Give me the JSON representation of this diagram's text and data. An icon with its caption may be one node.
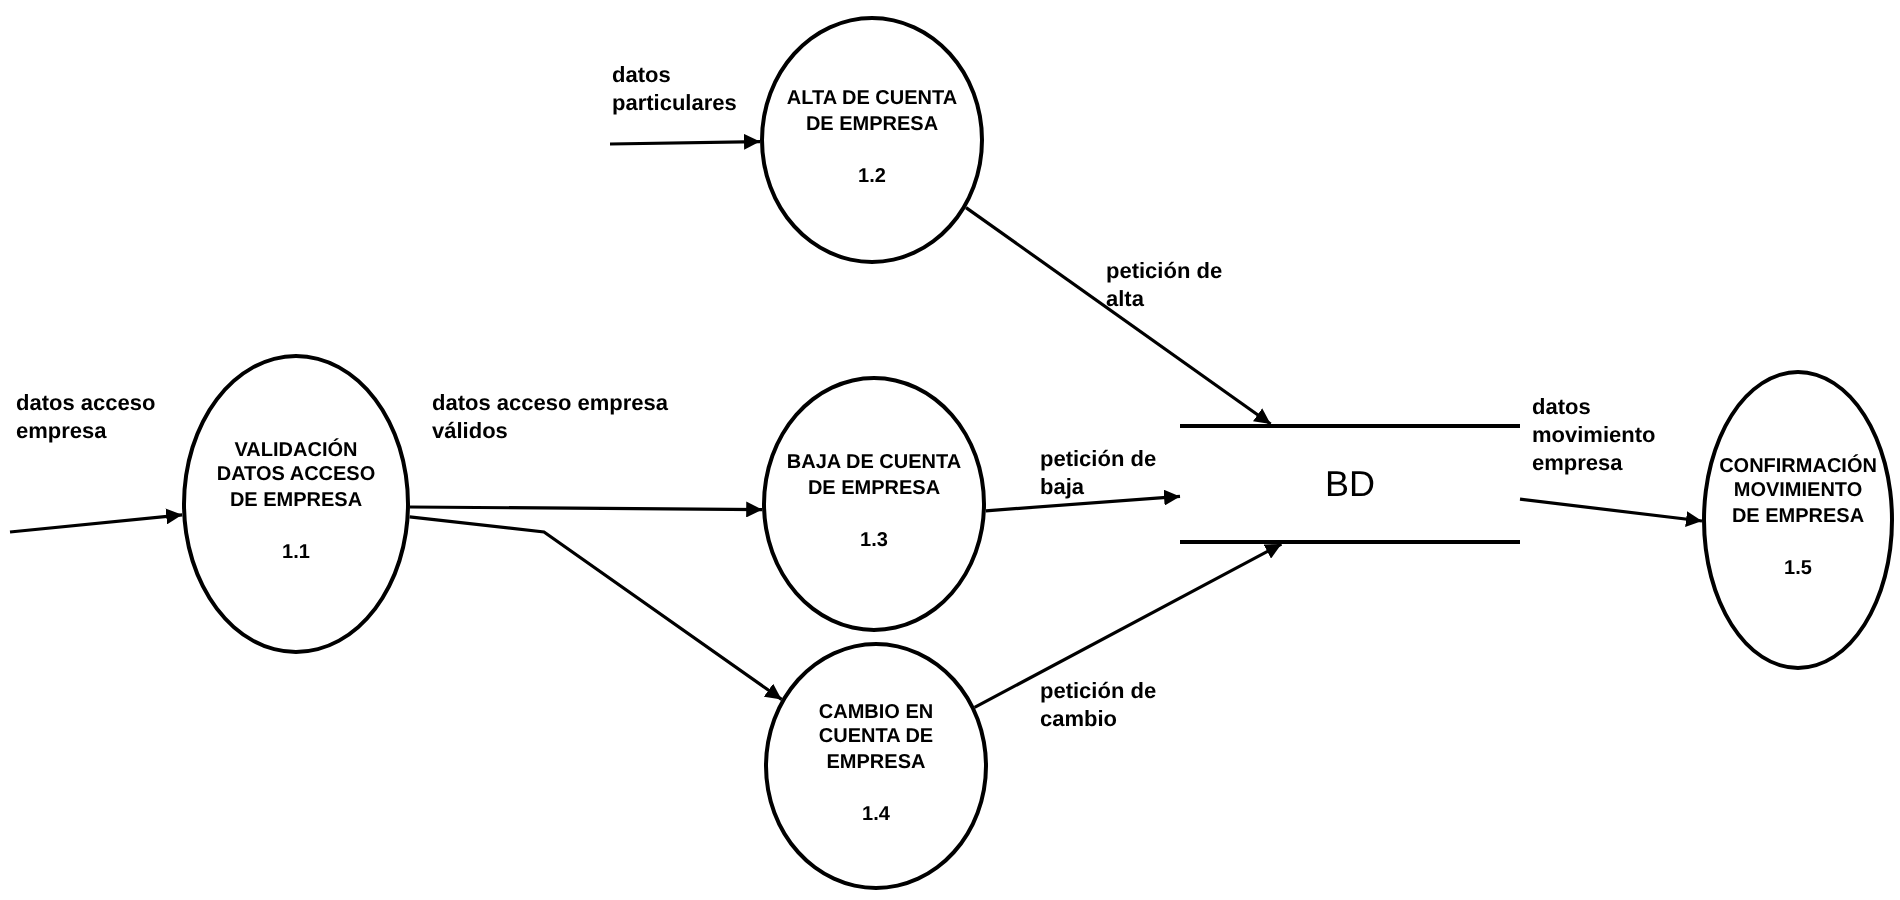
{
  "diagram": {
    "nodes": [
      {
        "text": [
          "VALIDACIÓN DATOS ACCESO DE EMPRESA",
          "1.1"
        ]
      },
      {
        "text": [
          "ALTA DE CUENTA DE EMPRESA",
          "1.2"
        ]
      },
      {
        "text": [
          "BAJA DE CUENTA DE EMPRESA",
          "1.3"
        ]
      },
      {
        "text": [
          "CAMBIO EN CUENTA DE EMPRESA",
          "1.4"
        ]
      },
      {
        "text": [
          "BD"
        ]
      },
      {
        "text": [
          "CONFIRMACIÓN MOVIMIENTO DE EMPRESA",
          "1.5"
        ]
      }
    ],
    "edges": [
      {
        "from": null,
        "to": 0,
        "arrow": "to",
        "label": "datos acceso empresa"
      },
      {
        "from": null,
        "to": 1,
        "arrow": "to",
        "label": "datos particulares"
      },
      {
        "from": 0,
        "to": 2,
        "arrow": "to",
        "label": "datos acceso empresa válidos"
      },
      {
        "from": 0,
        "to": 3,
        "arrow": "to"
      },
      {
        "from": 1,
        "to": 4,
        "arrow": "to",
        "label": "petición de alta"
      },
      {
        "from": 2,
        "to": 4,
        "arrow": "to",
        "label": "petición de baja"
      },
      {
        "from": 3,
        "to": 4,
        "arrow": "to",
        "label": "petición de cambio"
      },
      {
        "from": 4,
        "to": 5,
        "arrow": "to",
        "label": "datos movimiento empresa"
      }
    ]
  }
}
